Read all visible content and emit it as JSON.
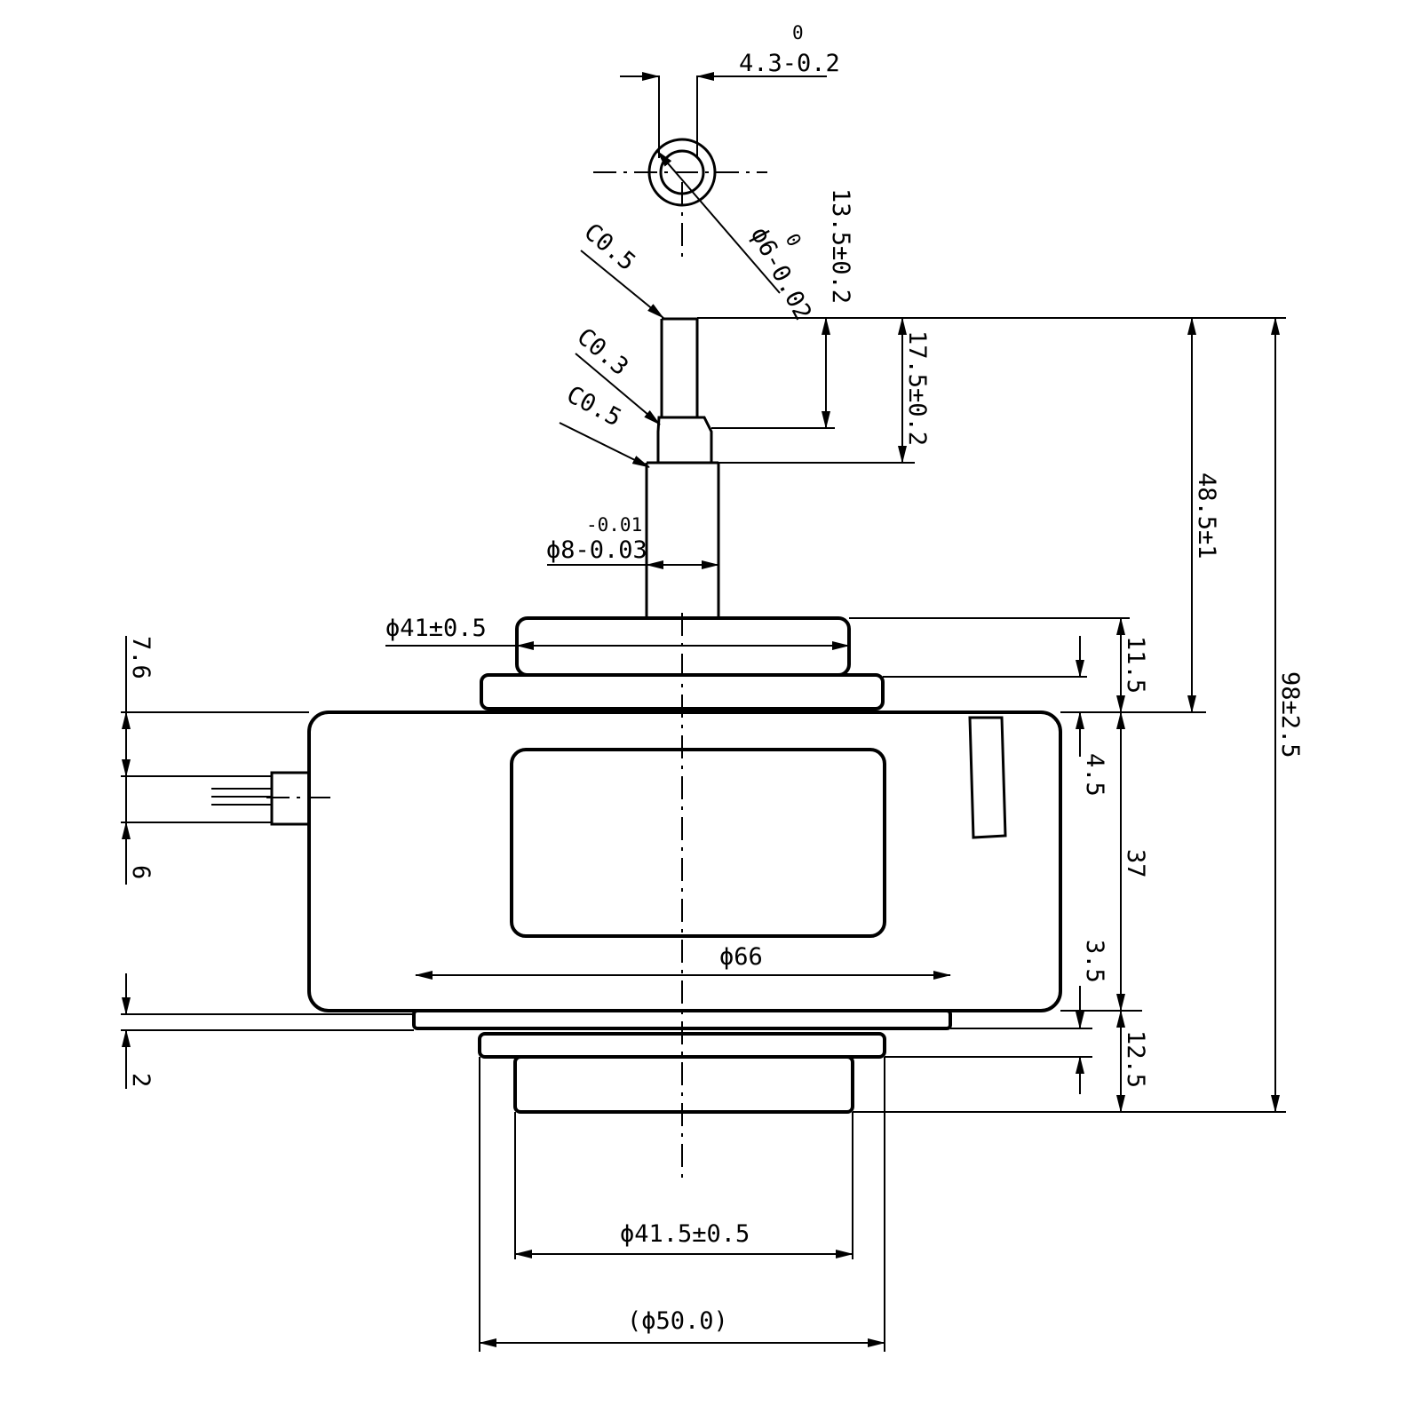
{
  "drawing": {
    "shaft_width_tol_upper": "0",
    "shaft_width": "4.3-0.2",
    "shaft_dia_tol_upper": "0",
    "shaft_dia": "ϕ6-0.02",
    "chamfer_top": "C0.5",
    "chamfer_mid": "C0.3",
    "chamfer_low": "C0.5",
    "dim_flat_length": "13.5±0.2",
    "dim_shaft_step": "17.5±0.2",
    "dim_shaft_length": "48.5±1",
    "dim_overall_height": "98±2.5",
    "shaft_lower_tol_upper": "-0.01",
    "shaft_lower_dia": "ϕ8-0.03",
    "boss_top_dia": "ϕ41±0.5",
    "dim_boss_top_height": "11.5",
    "dim_lead_upper": "7.6",
    "dim_lead_lower": "6",
    "dim_flange_step": "4.5",
    "dim_body_height": "37",
    "body_dia": "ϕ66",
    "dim_bottom_flange": "3.5",
    "dim_bottom_boss_height": "12.5",
    "dim_bottom_gap": "2",
    "boss_bottom_dia": "ϕ41.5±0.5",
    "flange_bottom_dia": "(ϕ50.0)"
  }
}
